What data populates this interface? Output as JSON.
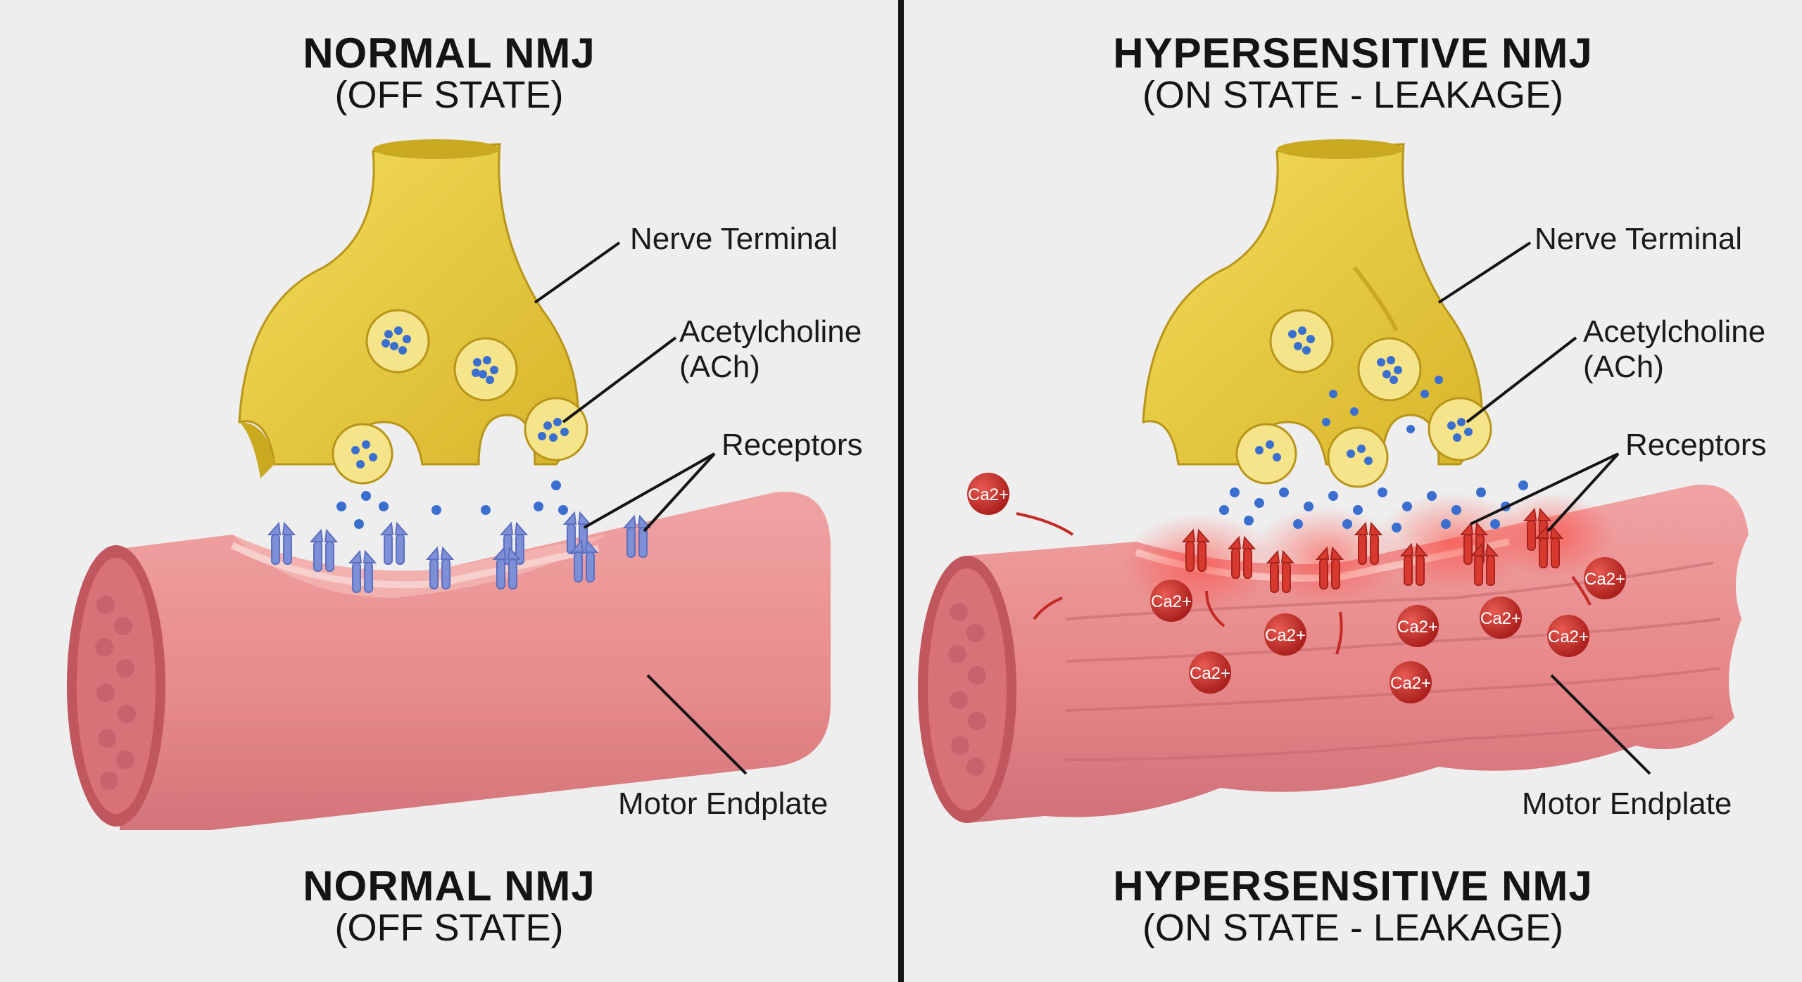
{
  "panels": {
    "normal": {
      "title_main": "NORMAL NMJ",
      "title_sub": "(OFF STATE)",
      "footer_main": "NORMAL NMJ",
      "footer_sub": "(OFF STATE)",
      "labels": {
        "nerve_terminal": "Nerve Terminal",
        "acetylcholine_1": "Acetylcholine",
        "acetylcholine_2": "(ACh)",
        "receptors": "Receptors",
        "motor_endplate": "Motor Endplate"
      }
    },
    "hypersensitive": {
      "title_main": "HYPERSENSITIVE NMJ",
      "title_sub": "(ON STATE - LEAKAGE)",
      "footer_main": "HYPERSENSITIVE NMJ",
      "footer_sub": "(ON STATE - LEAKAGE)",
      "labels": {
        "nerve_terminal": "Nerve Terminal",
        "acetylcholine_1": "Acetylcholine",
        "acetylcholine_2": "(ACh)",
        "receptors": "Receptors",
        "motor_endplate": "Motor Endplate"
      },
      "ion_label": "Ca2+"
    }
  },
  "colors": {
    "background": "#eeeeee",
    "nerve_terminal": "#e8c93a",
    "nerve_shadow": "#c9a91f",
    "muscle": "#e98a8c",
    "muscle_dark": "#c86a70",
    "ach": "#3a6fd0",
    "receptor_normal": "#7d8fd6",
    "receptor_active": "#d8392f",
    "calcium": "#c42a25",
    "divider": "#141414"
  }
}
